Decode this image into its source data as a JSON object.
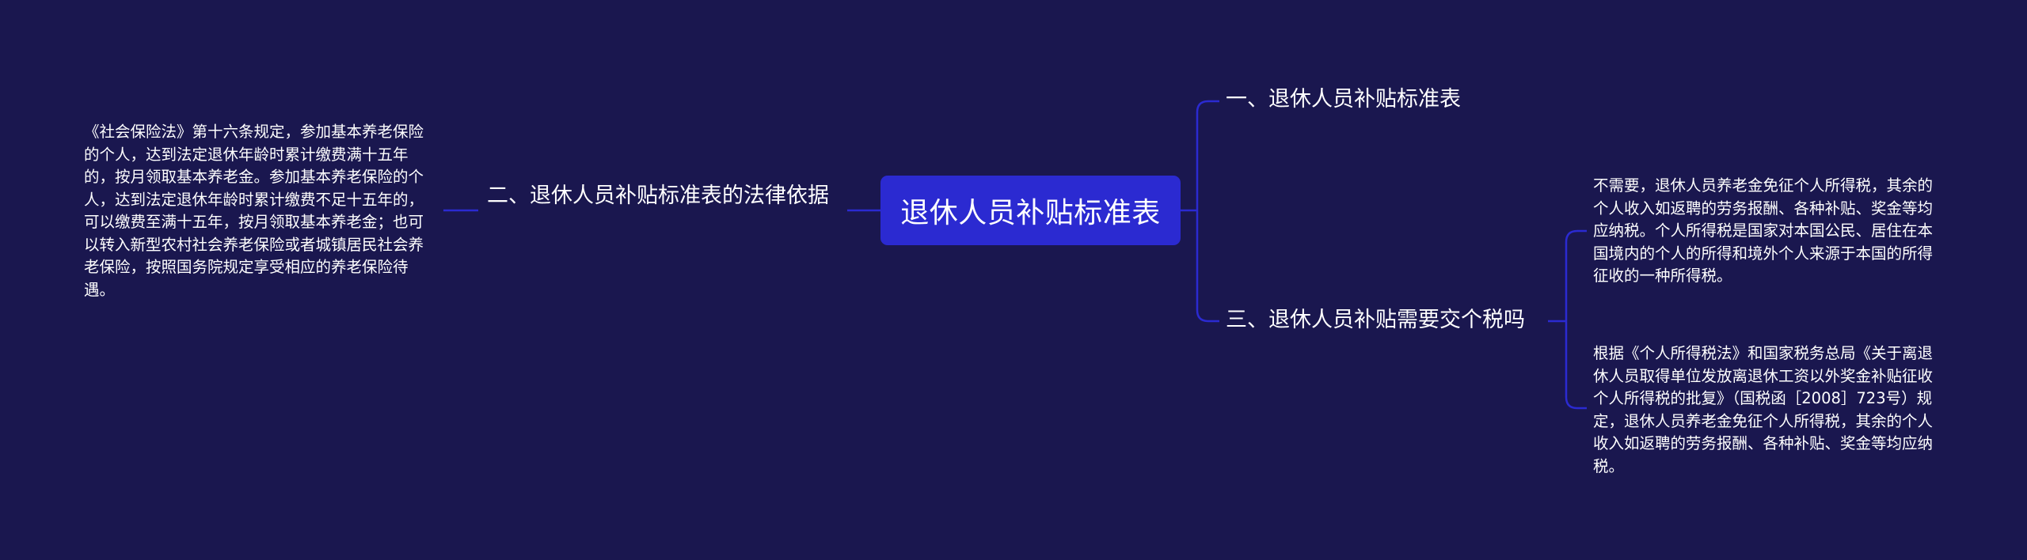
{
  "colors": {
    "background": "#1a174f",
    "root_fill": "#2b2ad1",
    "connector": "#2b2ad1",
    "text": "#ffffff"
  },
  "root": {
    "label": "退休人员补贴标准表"
  },
  "branches": [
    {
      "label": "一、退休人员补贴标准表",
      "leaves": []
    },
    {
      "label": "二、退休人员补贴标准表的法律依据",
      "leaves": [
        "《社会保险法》第十六条规定，参加基本养老保险的个人，达到法定退休年龄时累计缴费满十五年的，按月领取基本养老金。参加基本养老保险的个人，达到法定退休年龄时累计缴费不足十五年的，可以缴费至满十五年，按月领取基本养老金；也可以转入新型农村社会养老保险或者城镇居民社会养老保险，按照国务院规定享受相应的养老保险待遇。"
      ]
    },
    {
      "label": "三、退休人员补贴需要交个税吗",
      "leaves": [
        "不需要，退休人员养老金免征个人所得税，其余的个人收入如返聘的劳务报酬、各种补贴、奖金等均应纳税。个人所得税是国家对本国公民、居住在本国境内的个人的所得和境外个人来源于本国的所得征收的一种所得税。",
        "根据《个人所得税法》和国家税务总局《关于离退休人员取得单位发放离退休工资以外奖金补贴征收个人所得税的批复》（国税函［2008］723号）规定，退休人员养老金免征个人所得税，其余的个人收入如返聘的劳务报酬、各种补贴、奖金等均应纳税。"
      ]
    }
  ]
}
